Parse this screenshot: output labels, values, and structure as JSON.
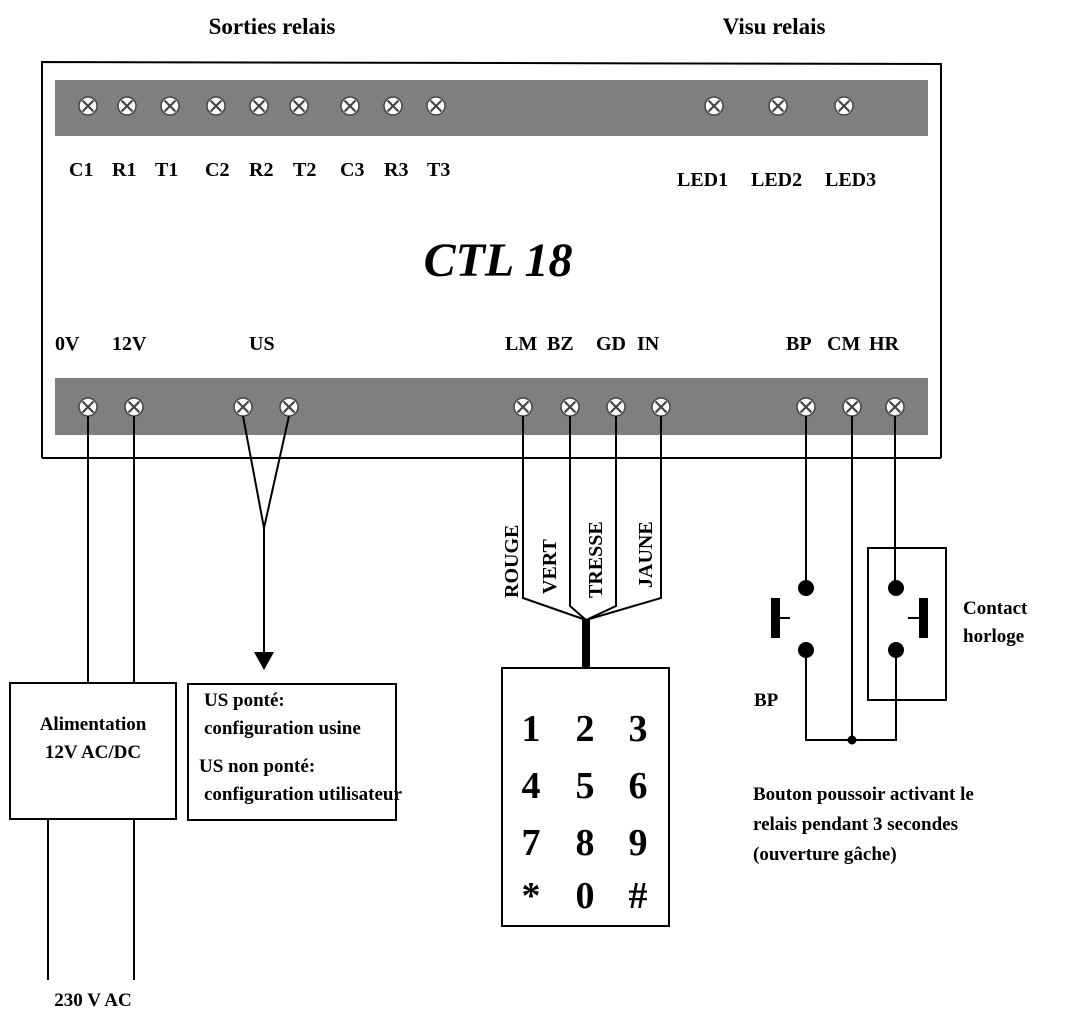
{
  "header": {
    "left_title": "Sorties relais",
    "right_title": "Visu relais"
  },
  "device": {
    "name": "CTL 18",
    "top_labels": [
      "C1",
      "R1",
      "T1",
      "C2",
      "R2",
      "T2",
      "C3",
      "R3",
      "T3"
    ],
    "led_labels": [
      "LED1",
      "LED2",
      "LED3"
    ],
    "bottom_labels": {
      "power_0v": "0V",
      "power_12v": "12V",
      "us": "US",
      "keypad": [
        "LM",
        "BZ",
        "GD",
        "IN"
      ],
      "contacts": [
        "BP",
        "CM",
        "HR"
      ]
    }
  },
  "wires": [
    "ROUGE",
    "VERT",
    "TRESSE",
    "JAUNE"
  ],
  "power_box": {
    "line1": "Alimentation",
    "line2": "12V AC/DC",
    "mains": "230 V AC"
  },
  "config_box": {
    "line1": "US ponté:",
    "line2": "configuration usine",
    "line3": "US non ponté:",
    "line4": "configuration utilisateur"
  },
  "keypad": {
    "rows": [
      [
        "1",
        "2",
        "3"
      ],
      [
        "4",
        "5",
        "6"
      ],
      [
        "7",
        "8",
        "9"
      ],
      [
        "*",
        "0",
        "#"
      ]
    ]
  },
  "contacts": {
    "bp_label": "BP",
    "clock_line1": "Contact",
    "clock_line2": "horloge",
    "note_line1": "Bouton poussoir activant le",
    "note_line2": "relais pendant 3 secondes",
    "note_line3": "(ouverture gâche)"
  }
}
